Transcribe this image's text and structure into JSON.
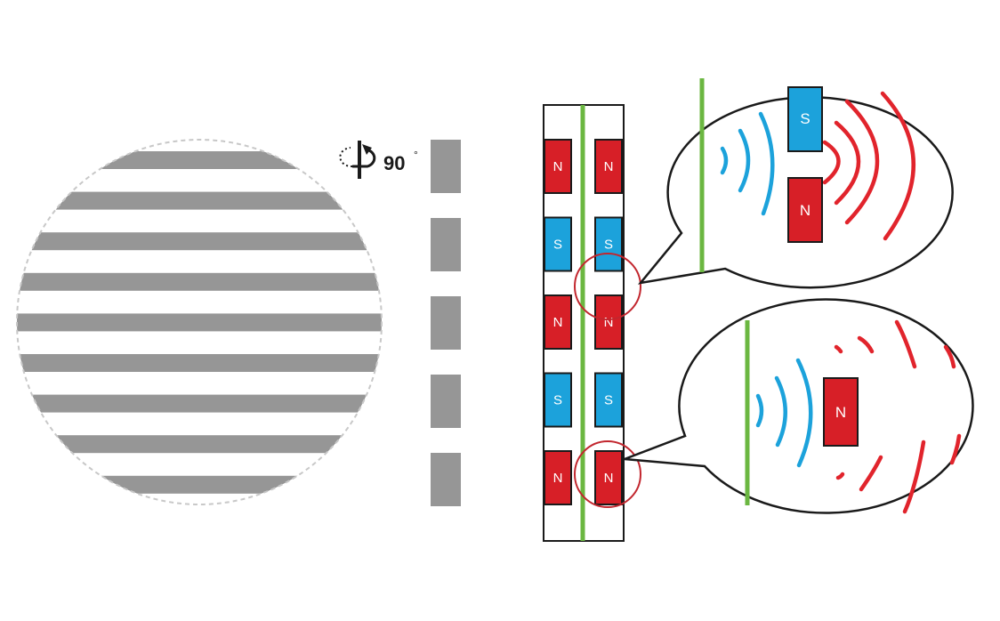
{
  "rotation": {
    "angle_label": "90",
    "degree_symbol": "°",
    "icon": "rotate-arrow-icon"
  },
  "magnet_column": {
    "labels": [
      "N",
      "S",
      "N",
      "S",
      "N"
    ],
    "poles": [
      "north",
      "south",
      "north",
      "south",
      "north"
    ]
  },
  "magnet_labels": {
    "north": "N",
    "south": "S"
  },
  "colors": {
    "north": "#d71f27",
    "south": "#1ca2db",
    "stripe": "#969696",
    "divider": "#6bb741",
    "field_north": "#e1242c",
    "field_south": "#1ca2db",
    "highlight_ring": "#c2262e",
    "outline": "#1a1a1a",
    "circle_border": "#c8c8c8"
  },
  "disc": {
    "stripe_count": 9
  },
  "tab_strip": {
    "tab_count": 5
  },
  "bubbles": [
    {
      "id": "top",
      "magnets": [
        "south",
        "north"
      ]
    },
    {
      "id": "bottom",
      "magnets": [
        "north"
      ]
    }
  ]
}
